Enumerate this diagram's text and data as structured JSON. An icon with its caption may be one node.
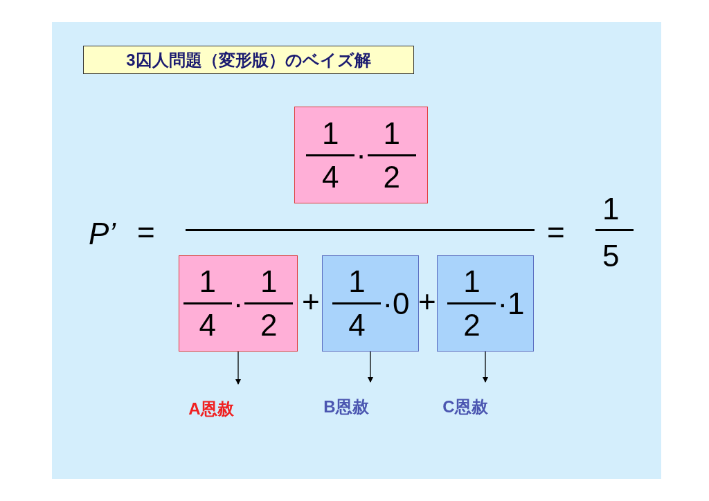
{
  "diagram": {
    "title": "3囚人問題（変形版）のベイズ解",
    "nodes": [
      {
        "text": [
          "1",
          "4",
          "·",
          "1",
          "2"
        ]
      },
      {
        "text": [
          "1",
          "4",
          "·",
          "1",
          "2"
        ]
      },
      {
        "text": [
          "1",
          "4",
          "·0"
        ]
      },
      {
        "text": [
          "1",
          "2",
          "·1"
        ]
      },
      {
        "text": [
          "A恩赦"
        ]
      },
      {
        "text": [
          "B恩赦"
        ]
      },
      {
        "text": [
          "C恩赦"
        ]
      }
    ],
    "edges": [
      {
        "from": 1,
        "to": 4,
        "arrow": "to"
      },
      {
        "from": 2,
        "to": 5,
        "arrow": "to"
      },
      {
        "from": 3,
        "to": 6,
        "arrow": "to"
      }
    ],
    "labels": [
      "P’",
      "=",
      "+",
      "+",
      "=",
      "1",
      "5"
    ]
  }
}
